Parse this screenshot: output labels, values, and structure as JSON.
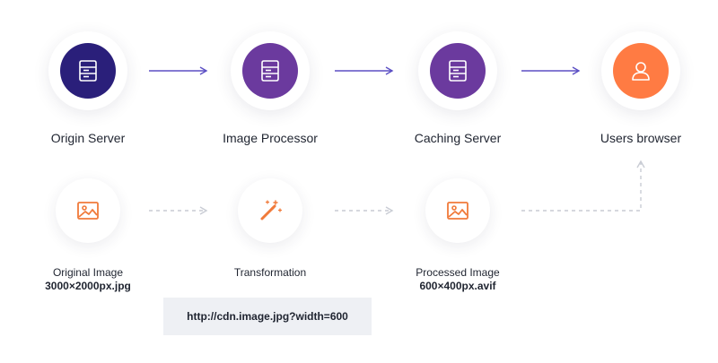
{
  "nodes": {
    "origin_server": {
      "label": "Origin Server",
      "icon": "server-icon",
      "color": "#2a1f7a"
    },
    "image_processor": {
      "label": "Image Processor",
      "icon": "server-icon",
      "color": "#6b3a9e"
    },
    "caching_server": {
      "label": "Caching Server",
      "icon": "server-icon",
      "color": "#6b3a9e"
    },
    "users_browser": {
      "label": "Users browser",
      "icon": "user-icon",
      "color": "#ff7b43"
    }
  },
  "stages": {
    "original": {
      "title": "Original Image",
      "detail": "3000×2000px.jpg",
      "icon": "image-icon"
    },
    "transformation": {
      "title": "Transformation",
      "icon": "magic-wand-icon"
    },
    "processed": {
      "title": "Processed Image",
      "detail": "600×400px.avif",
      "icon": "image-icon"
    }
  },
  "request_url": "http://cdn.image.jpg?width=600",
  "colors": {
    "arrow_solid": "#5b4fc4",
    "arrow_dashed": "#c9ccd4",
    "icon_accent": "#f07a3a"
  }
}
